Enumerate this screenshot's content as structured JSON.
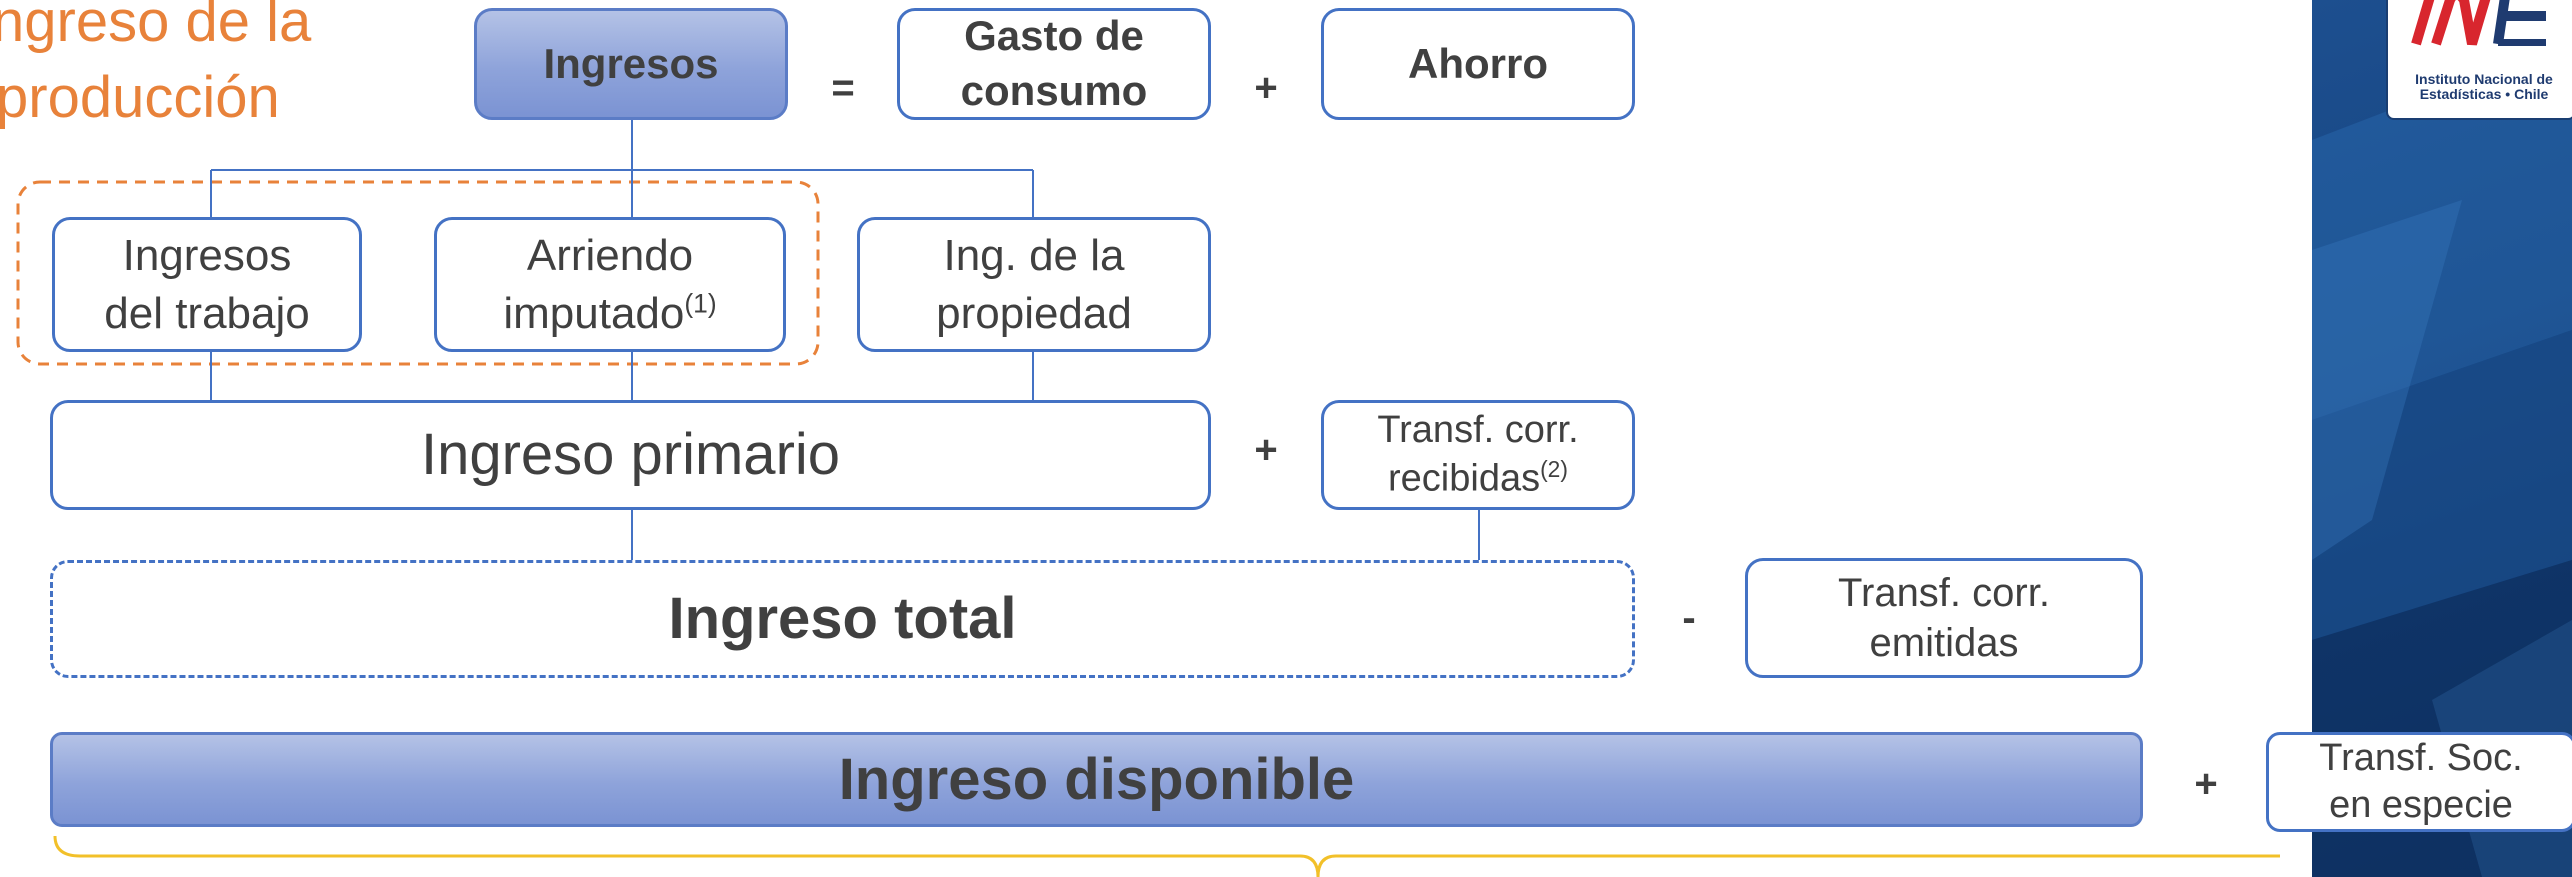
{
  "title": {
    "line1": "ngreso de la",
    "line2": "producción"
  },
  "nodes": {
    "ingresos": "Ingresos",
    "gasto_consumo": {
      "line1": "Gasto de",
      "line2": "consumo"
    },
    "ahorro": "Ahorro",
    "ingresos_trabajo": {
      "line1": "Ingresos",
      "line2": "del trabajo"
    },
    "arriendo_imputado": {
      "line1": "Arriendo",
      "line2": "imputado",
      "note": "(1)"
    },
    "ing_propiedad": {
      "line1": "Ing. de la",
      "line2": "propiedad"
    },
    "ingreso_primario": "Ingreso primario",
    "transf_recibidas": {
      "line1": "Transf. corr.",
      "line2": "recibidas",
      "note": "(2)"
    },
    "ingreso_total": "Ingreso total",
    "transf_emitidas": {
      "line1": "Transf. corr.",
      "line2": "emitidas"
    },
    "ingreso_disponible": "Ingreso disponible",
    "transf_soc": {
      "line1": "Transf. Soc.",
      "line2": "en especie"
    }
  },
  "operators": {
    "equals": "=",
    "plus_ahorro": "+",
    "plus_recibidas": "+",
    "minus_emitidas": "-",
    "plus_soc": "+"
  },
  "logo": {
    "text_line1": "Instituto Nacional de",
    "text_line2": "Estadísticas • Chile"
  },
  "colors": {
    "accent_orange": "#e8823a",
    "box_border_blue": "#4472c4",
    "filled_blue": "#8ea3da",
    "brace_yellow": "#f2c029",
    "sidebar_navy": "#174683"
  }
}
